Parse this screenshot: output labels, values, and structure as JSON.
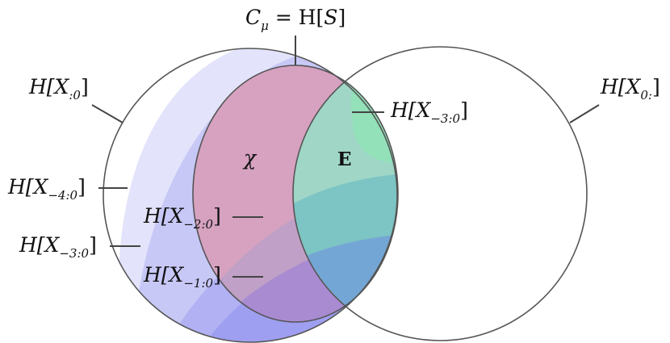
{
  "diagram": {
    "labels": {
      "statistical_complexity": {
        "main": "C",
        "mu": "μ",
        "eq": " = H[",
        "script_s": "S",
        "close": "]"
      },
      "past": {
        "prefix": "H[X",
        "sub": ":0",
        "close": "]"
      },
      "future": {
        "prefix": "H[X",
        "sub": "0:",
        "close": "]"
      },
      "past_3_right": {
        "prefix": "H[X",
        "sub": "−3:0",
        "close": "]"
      },
      "past_4": {
        "prefix": "H[X",
        "sub": "−4:0",
        "close": "]"
      },
      "past_3_left": {
        "prefix": "H[X",
        "sub": "−3:0",
        "close": "]"
      },
      "past_2": {
        "prefix": "H[X",
        "sub": "−2:0",
        "close": "]"
      },
      "past_1": {
        "prefix": "H[X",
        "sub": "−1:0",
        "close": "]"
      },
      "crypticity": "χ",
      "excess_entropy": "E"
    },
    "colors": {
      "outline": "#555555",
      "past_4_fill": "#e3e3fb",
      "past_3_fill": "#c8c8f7",
      "past_2_fill": "#b1b1f3",
      "past_1_fill": "#9f9ff1",
      "statistical_complexity_fill": "#d6a2c0",
      "future_green": "#92e1b9",
      "overlap_teal": "#7dc4c4",
      "overlap_blue": "#73a6d4",
      "lower_purple": "#a98bd2"
    }
  }
}
